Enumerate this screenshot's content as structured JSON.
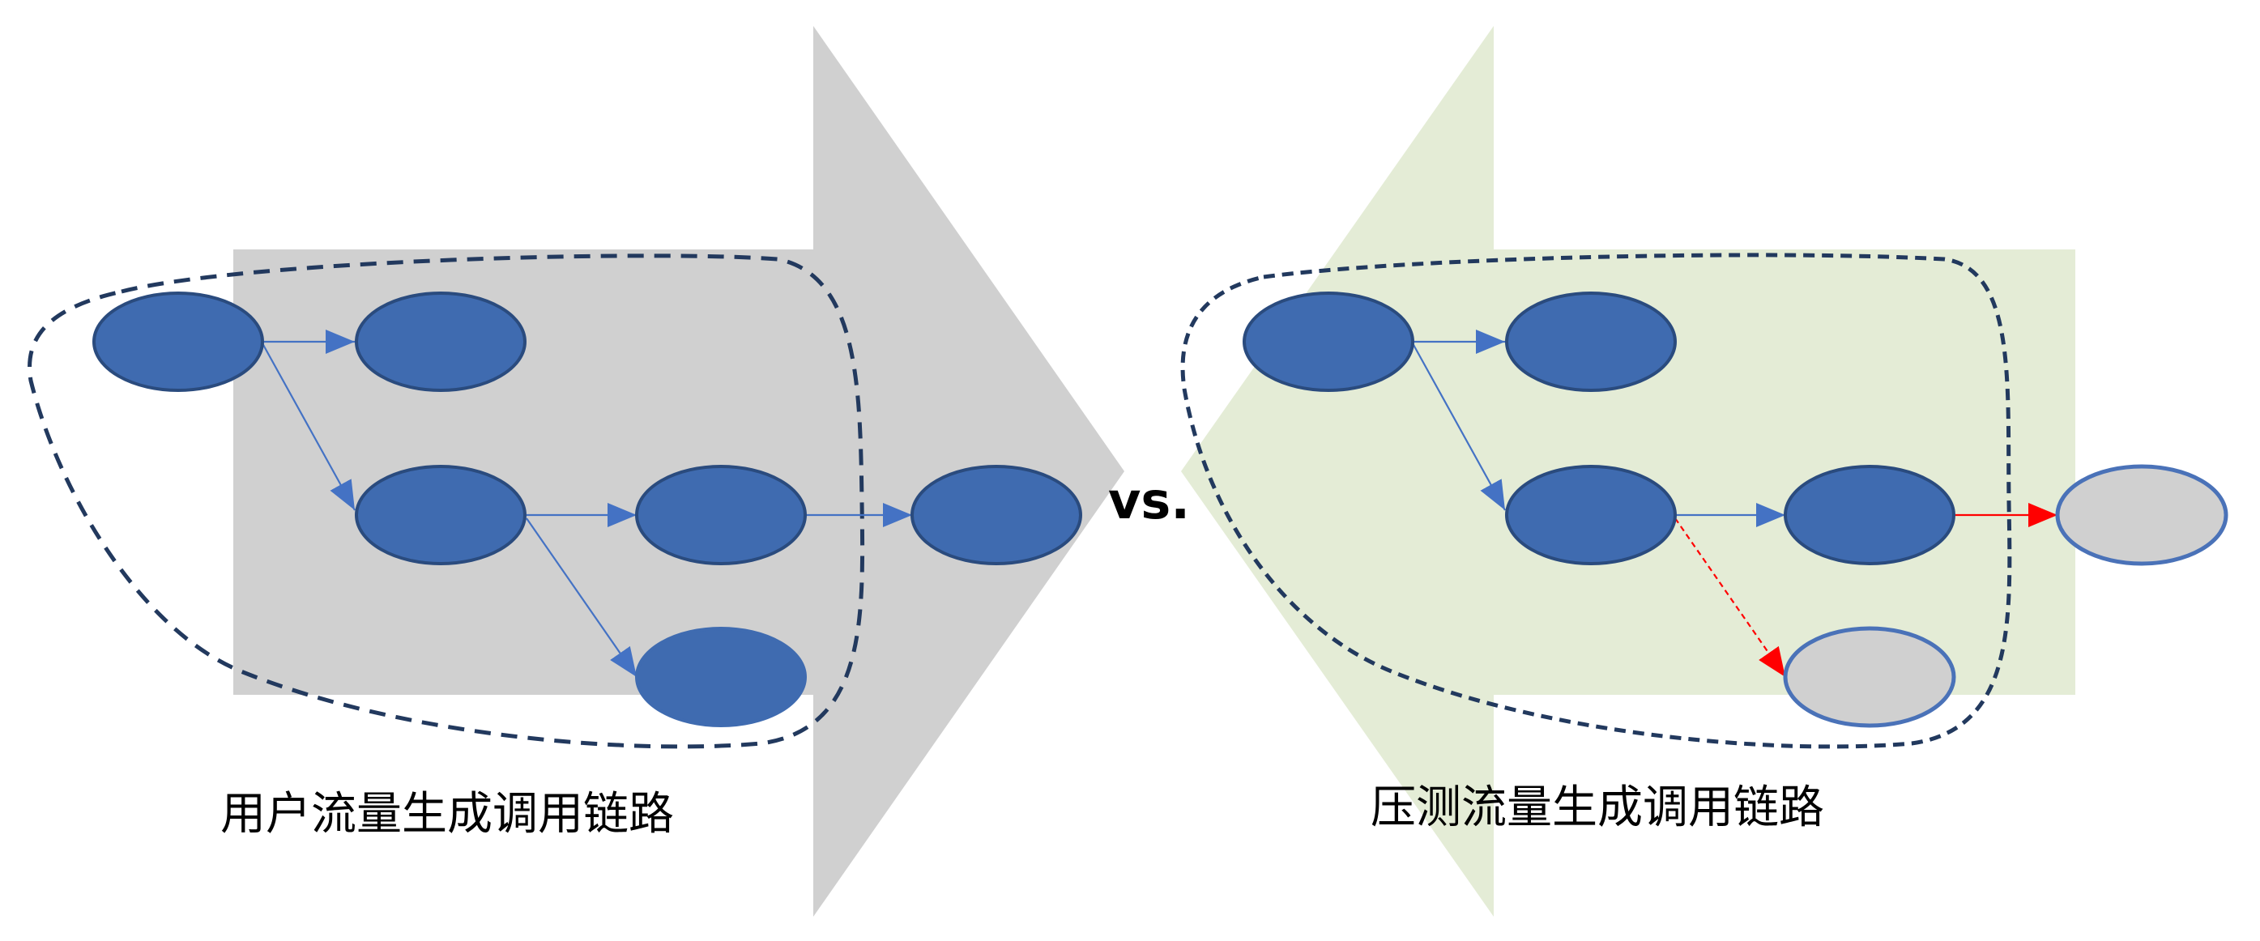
{
  "left_panel": {
    "caption": "用户流量生成调用链路",
    "arrow_color": "#d0d0d0",
    "arrow_direction": "right"
  },
  "right_panel": {
    "caption": "压测流量生成调用链路",
    "arrow_color": "#e4ecd6",
    "arrow_direction": "left"
  },
  "separator": "vs.",
  "colors": {
    "node_fill": "#3f6bb0",
    "node_stroke": "#2a4b7e",
    "hollow_node_fill": "#d0d0d0",
    "hollow_node_stroke": "#4a72b8",
    "edge": "#4472c4",
    "missing_edge": "#ff0000",
    "boundary": "#22395e"
  }
}
